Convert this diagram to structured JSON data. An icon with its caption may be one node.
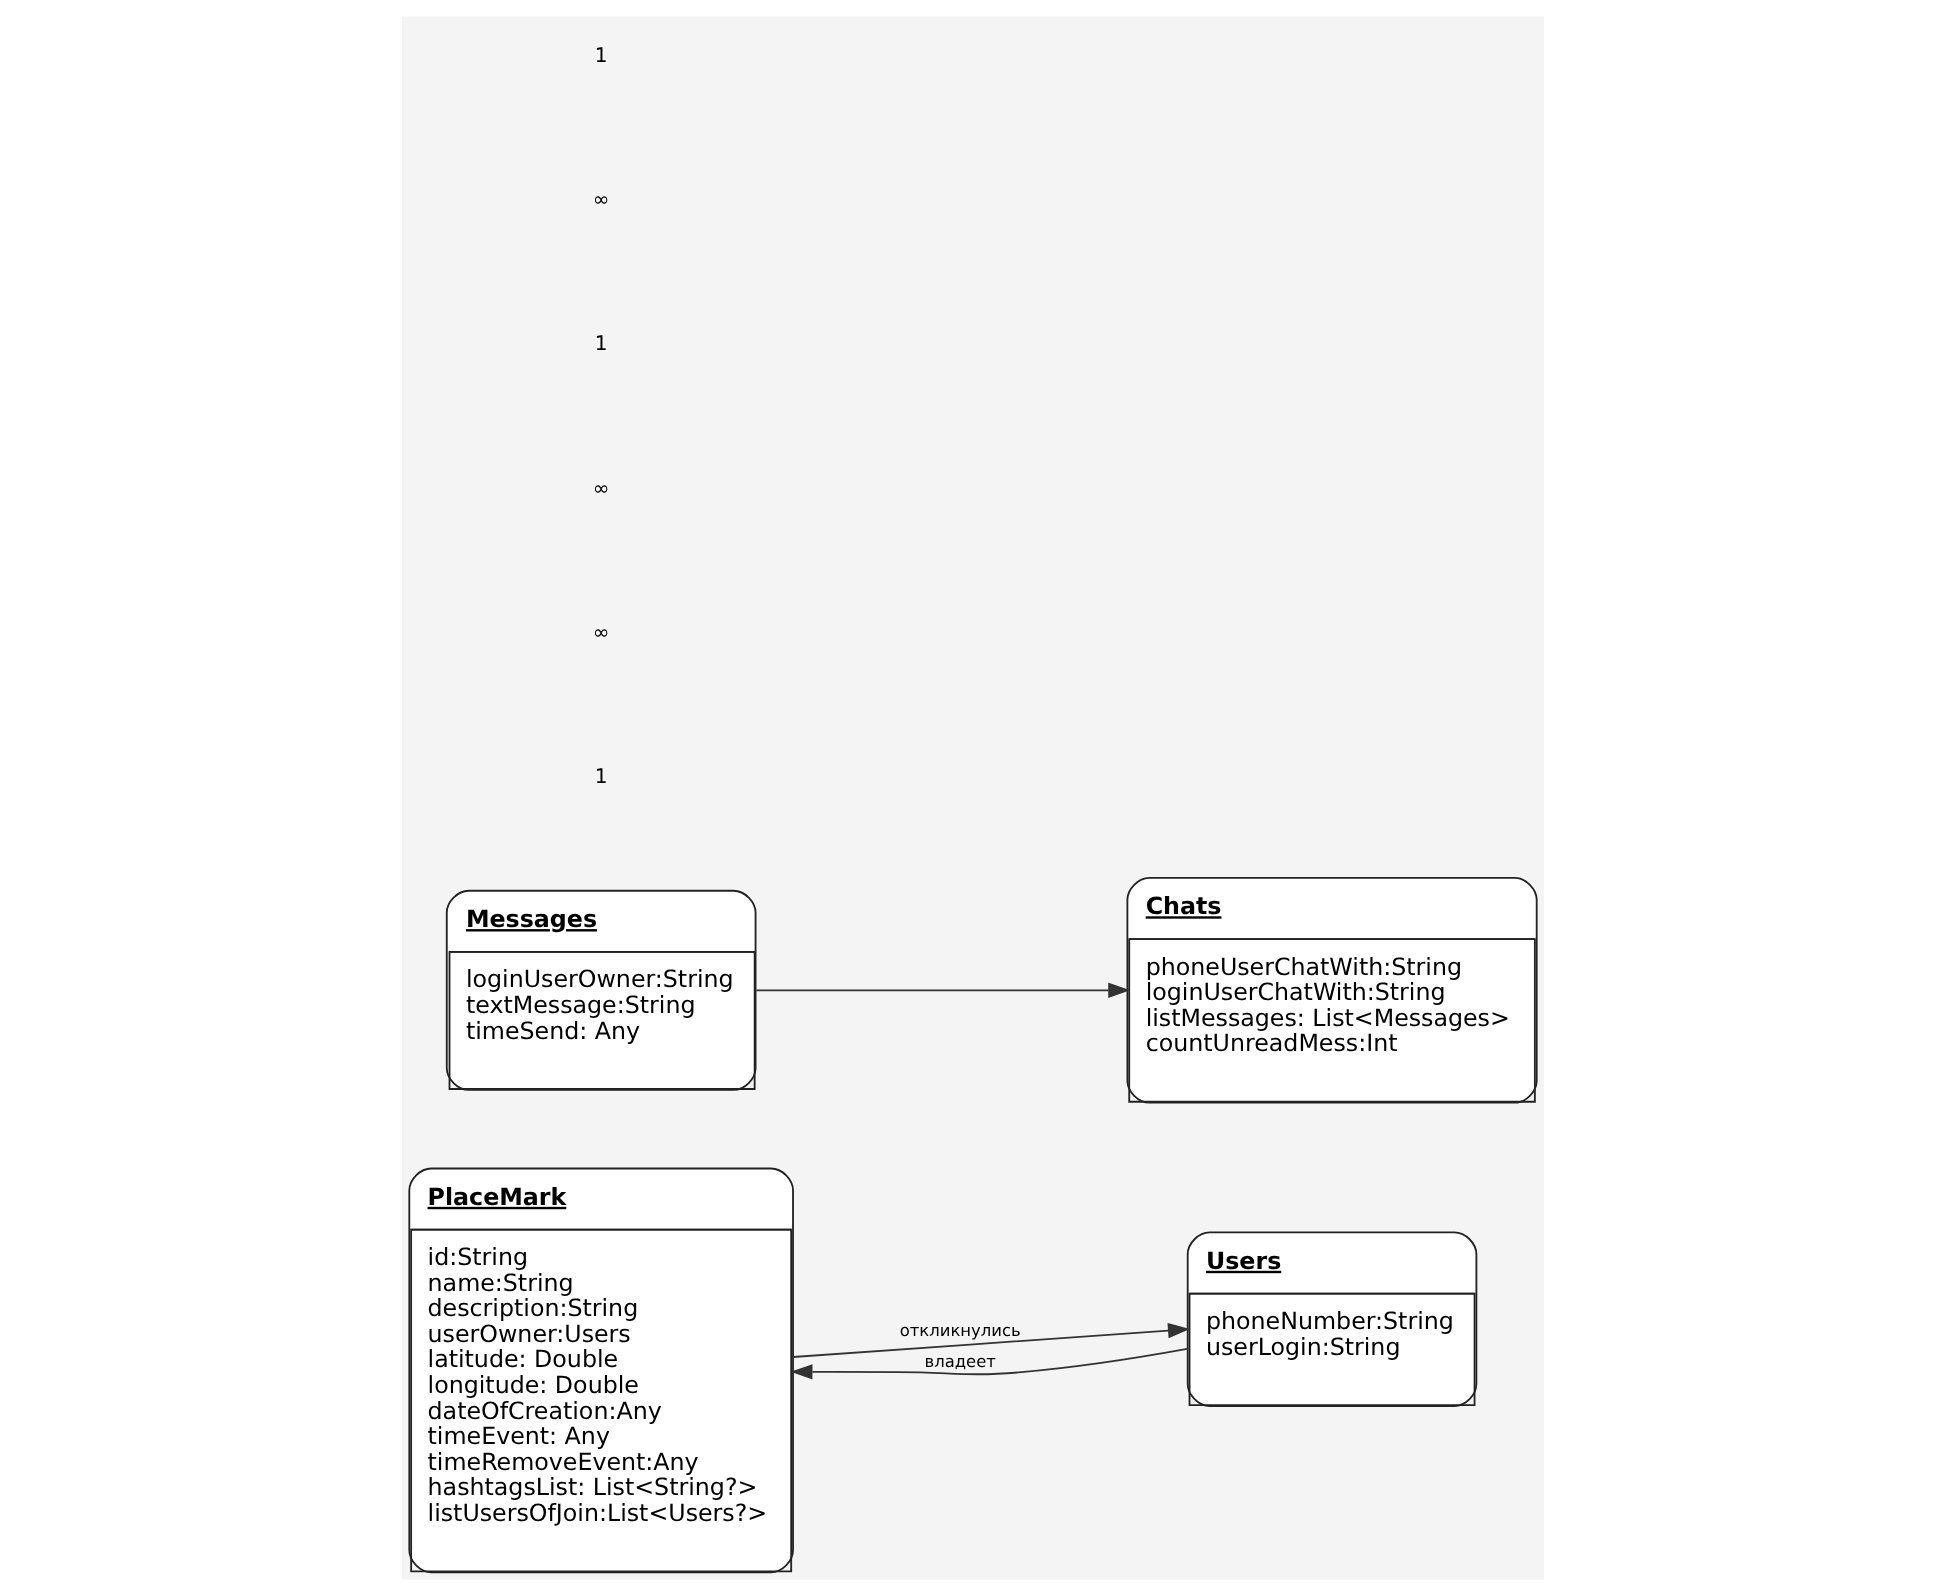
{
  "diagram": {
    "nodes": [
      {
        "text": [
          "PlaceMark",
          "id:String",
          "name:String",
          "description:String",
          "userOwner:Users",
          "latitude: Double",
          "longitude: Double",
          "dateOfCreation:Any",
          "timeEvent: Any",
          "timeRemoveEvent:Any",
          "hashtagsList: List<String?>",
          "listUsersOfJoin:List<Users?>"
        ]
      },
      {
        "text": [
          "Users",
          "phoneNumber:String",
          "userLogin:String"
        ]
      },
      {
        "text": [
          "Chats",
          "phoneUserChatWith:String",
          "loginUserChatWith:String",
          "listMessages: List<Messages>",
          "countUnreadMess:Int"
        ]
      },
      {
        "text": [
          "Messages",
          "loginUserOwner:String",
          "textMessage:String",
          "timeSend: Any"
        ]
      }
    ],
    "edges": [
      {
        "from": 1,
        "to": 0,
        "arrow": "to",
        "label": "владеет"
      },
      {
        "from": 0,
        "to": 1,
        "arrow": "to",
        "label": "откликнулись"
      },
      {
        "from": 3,
        "to": 2,
        "arrow": "to"
      }
    ],
    "labels": [
      "1",
      "∞",
      "∞",
      "1",
      "∞",
      "1"
    ]
  }
}
